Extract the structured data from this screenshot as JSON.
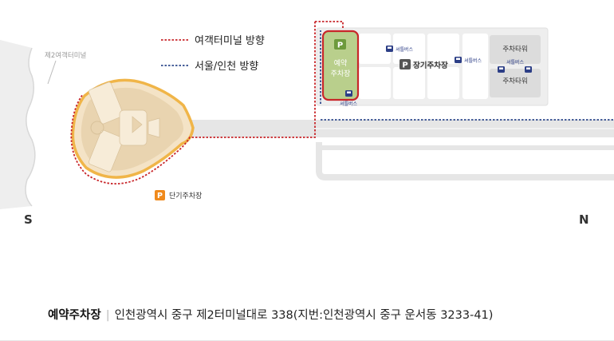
{
  "legend": {
    "incheon_t1_dir": "여객터미널 방향",
    "seoul_dir": "서울/인천 방향"
  },
  "labels": {
    "terminal2": "제2여객터미널",
    "reserved_lot_p": "P",
    "reserved_lot_line1": "예약",
    "reserved_lot_line2": "주차장",
    "reserved_bus": "셔틀버스",
    "shuttle_top": "셔틀버스",
    "long_term_p": "P",
    "long_term": "장기주차장",
    "shuttle_mid": "셔틀버스",
    "shuttle_right": "셔틀버스",
    "parking_tower_1": "주차타워",
    "parking_tower_2": "주차타워",
    "short_term_p": "P",
    "short_term": "단기주차장",
    "south": "S",
    "north": "N"
  },
  "address": {
    "title": "예약주차장",
    "separator": "|",
    "text": "인천광역시 중구 제2터미널대로 338(지번:인천광역시 중구 운서동 3233-41)"
  },
  "colors": {
    "red_route": "#c8262a",
    "blue_route": "#2f4a8c",
    "reserved_lot": "#b9cf8c",
    "terminal_outline": "#f0b548",
    "short_term_badge": "#f08a1c",
    "bus_icon": "#2c3e86"
  }
}
